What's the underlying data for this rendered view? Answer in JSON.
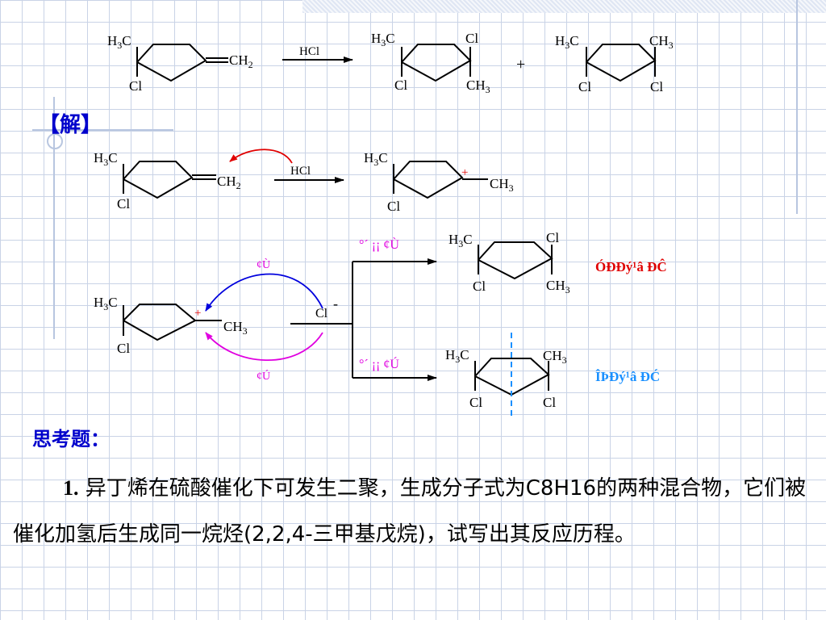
{
  "reaction": {
    "reagent": "HCl",
    "plus": "+",
    "groups": {
      "h3c_h": "H",
      "h3c_sub": "3",
      "h3c_c": "C",
      "cl": "Cl",
      "ch2": "CH",
      "ch2_sub": "2",
      "ch3": "CH",
      "ch3_sub": "3"
    }
  },
  "solution": {
    "header": "【解】",
    "reagent": "HCl",
    "cation_charge": "+",
    "chloride": "Cl",
    "chloride_charge": "-",
    "path_a_label": "¢Ù",
    "path_b_label": "¢Ú",
    "path_a_garbled": "°´ ¡¡ ¢Ù",
    "path_b_garbled": "°´ ¡¡ ¢Ú",
    "product_a_note": "ÓÐĐý¹â ĐĈ",
    "product_b_note": "ÎÞĐý¹â ĐĆ"
  },
  "colors": {
    "red": "#e00000",
    "blue": "#0000dd",
    "magenta": "#e000e0",
    "cyan": "#1a90ff",
    "header_blue": "#0000cc"
  },
  "question": {
    "title": "思考题：",
    "number": "1.",
    "text": "异丁烯在硫酸催化下可发生二聚，生成分子式为C8H16的两种混合物，它们被催化加氢后生成同一烷烃(2,2,4-三甲基戊烷)，试写出其反应历程。"
  }
}
